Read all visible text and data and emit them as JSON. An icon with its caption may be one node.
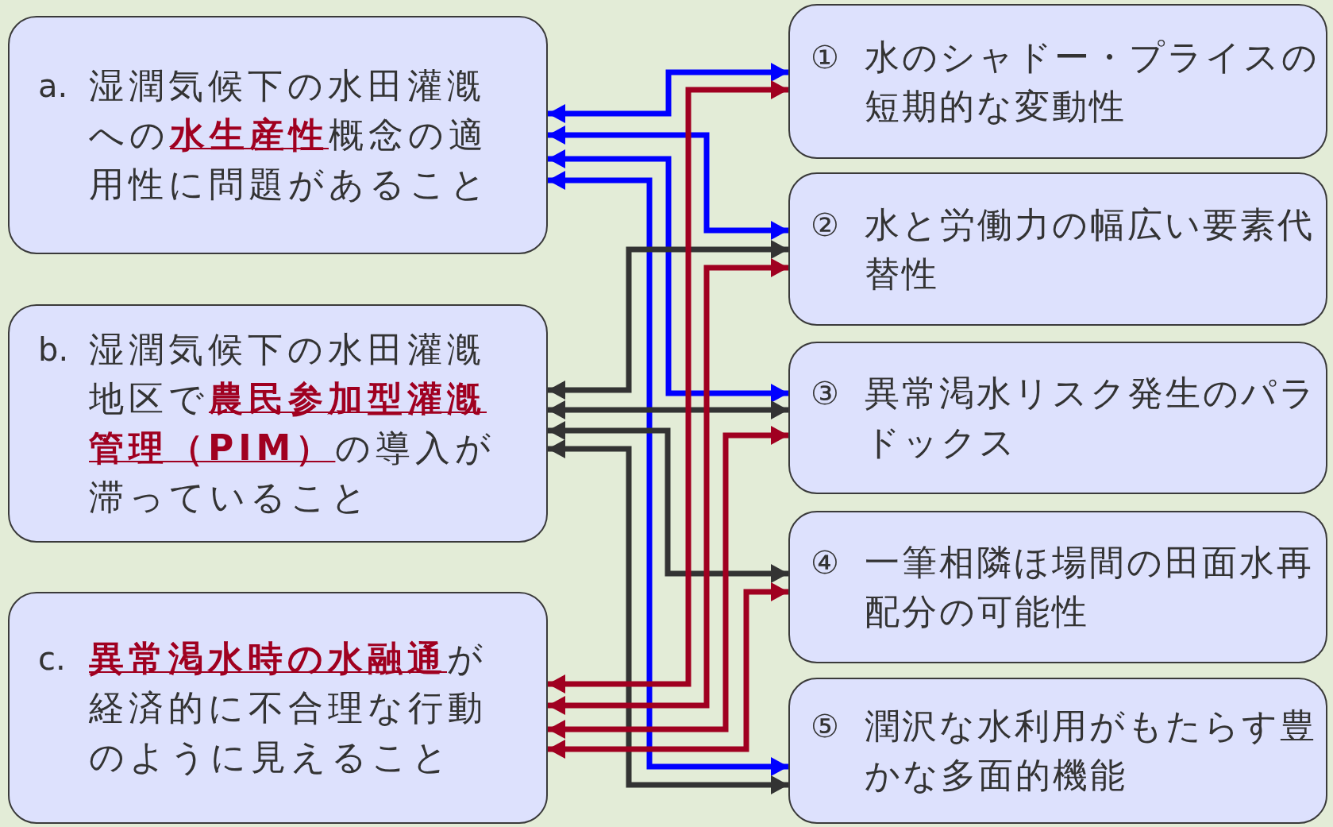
{
  "diagram": {
    "nodes": [
      {
        "text": [
          "a.",
          "湿潤気候下の水田灌漑への**水生産性**概念の適用性に問題があること"
        ]
      },
      {
        "text": [
          "b.",
          "湿潤気候下の水田灌漑地区で**農民参加型灌漑管理（PIM）**の導入が滞っていること"
        ]
      },
      {
        "text": [
          "c.",
          "**異常渇水時の水融通**が経済的に不合理な行動のように見えること"
        ]
      },
      {
        "text": [
          "①",
          "水のシャドー・プライスの短期的な変動性"
        ]
      },
      {
        "text": [
          "②",
          "水と労働力の幅広い要素代替性"
        ]
      },
      {
        "text": [
          "③",
          "異常渇水リスク発生のパラドックス"
        ]
      },
      {
        "text": [
          "④",
          "一筆相隣ほ場間の田面水再配分の可能性"
        ]
      },
      {
        "text": [
          "⑤",
          "潤沢な水利用がもたらす豊かな多面的機能"
        ]
      }
    ],
    "edges": [
      {
        "from": 0,
        "to": 3,
        "arrow": "both",
        "color": "#0000ff"
      },
      {
        "from": 0,
        "to": 4,
        "arrow": "both",
        "color": "#0000ff"
      },
      {
        "from": 0,
        "to": 5,
        "arrow": "both",
        "color": "#0000ff"
      },
      {
        "from": 0,
        "to": 7,
        "arrow": "both",
        "color": "#0000ff"
      },
      {
        "from": 1,
        "to": 4,
        "arrow": "both",
        "color": "#333333"
      },
      {
        "from": 1,
        "to": 5,
        "arrow": "both",
        "color": "#333333"
      },
      {
        "from": 1,
        "to": 6,
        "arrow": "both",
        "color": "#333333"
      },
      {
        "from": 1,
        "to": 7,
        "arrow": "both",
        "color": "#333333"
      },
      {
        "from": 2,
        "to": 3,
        "arrow": "both",
        "color": "#a00020"
      },
      {
        "from": 2,
        "to": 4,
        "arrow": "both",
        "color": "#a00020"
      },
      {
        "from": 2,
        "to": 5,
        "arrow": "both",
        "color": "#a00020"
      },
      {
        "from": 2,
        "to": 6,
        "arrow": "both",
        "color": "#a00020"
      }
    ]
  }
}
